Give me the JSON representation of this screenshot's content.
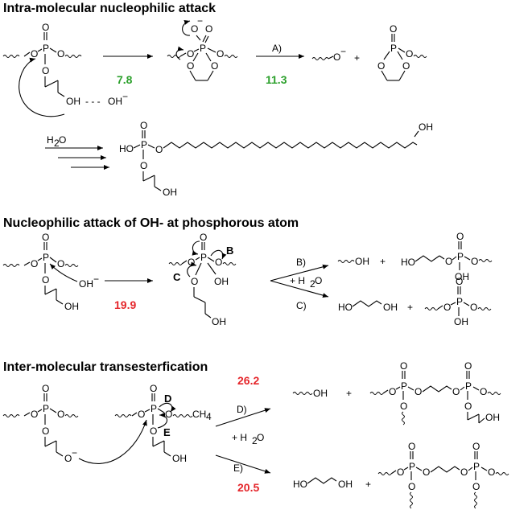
{
  "headers": {
    "s1": "Intra-molecular nucleophilic attack",
    "s2": "Nucleophilic attack of OH- at phosphorous atom",
    "s3": "Inter-molecular transesterfication"
  },
  "atoms": {
    "O": "O",
    "P": "P",
    "OH": "OH",
    "HO": "HO",
    "HO_": "HO",
    "O_minus": "O",
    "minus": "−",
    "OH_minus": "OH",
    "CH4": "CH",
    "four": "4",
    "plus": "+"
  },
  "labels": {
    "dashes": "- - -",
    "water": "H",
    "two": "2",
    "O_water": "O",
    "plus_water": "+ H",
    "route_A": "A)",
    "route_B": "B)",
    "route_C": "C)",
    "route_D": "D)",
    "route_E": "E)",
    "mark_B": "B",
    "mark_C": "C",
    "mark_D": "D",
    "mark_E": "E"
  },
  "energies": {
    "s1_first": "7.8",
    "s1_second": "11.3",
    "s2": "19.9",
    "s3_D": "26.2",
    "s3_E": "20.5"
  },
  "colors": {
    "green": "#2ca02c",
    "red": "#e5262b"
  }
}
